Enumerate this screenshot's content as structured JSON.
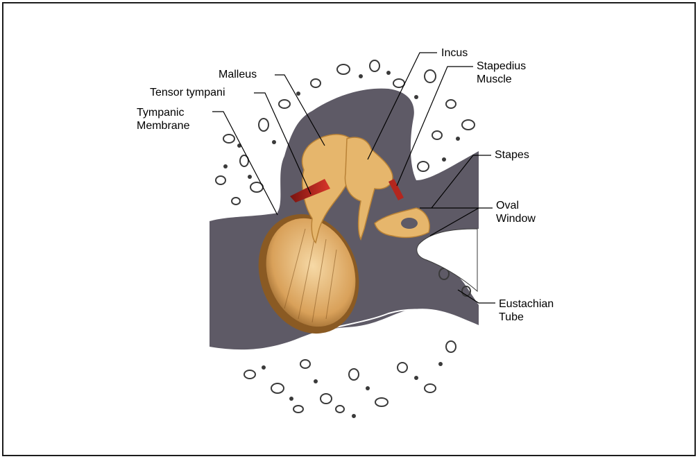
{
  "labels": {
    "malleus": "Malleus",
    "tensor_tympani": "Tensor tympani",
    "tympanic_membrane": "Tympanic\nMembrane",
    "incus": "Incus",
    "stapedius_muscle": "Stapedius\nMuscle",
    "stapes": "Stapes",
    "oval_window": "Oval\nWindow",
    "eustachian_tube": "Eustachian\nTube"
  },
  "colors": {
    "cavity": "#5e5a66",
    "ossicle": "#e6b66c",
    "ossicle_shadow": "#b98236",
    "muscle": "#b3261e",
    "membrane": "#d49a52",
    "bone_background": "#ffffff",
    "cell_outline": "#3a3a3a",
    "frame": "#1c1c1c"
  }
}
